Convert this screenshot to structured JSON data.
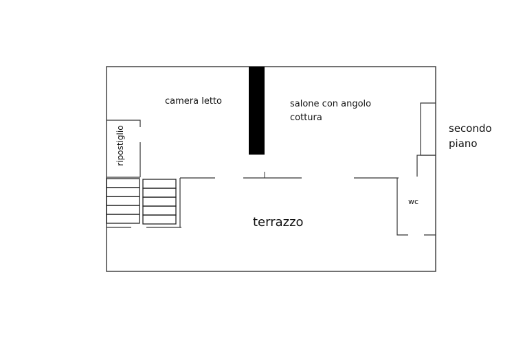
{
  "floor_plan": {
    "rooms": {
      "camera_letto": "camera letto",
      "salone_line1": "salone con angolo",
      "salone_line2": "cottura",
      "ripostiglio": "ripostiglio",
      "terrazzo": "terrazzo",
      "wc": "wc"
    },
    "floor_label": {
      "line1": "secondo",
      "line2": "piano"
    },
    "colors": {
      "wall": "#333333",
      "pillar": "#000000",
      "background": "#ffffff"
    }
  }
}
